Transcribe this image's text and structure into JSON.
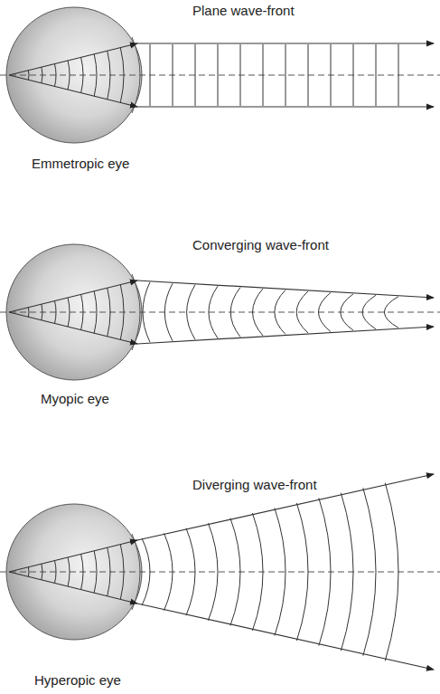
{
  "diagram": {
    "labels": [
      "Plane wave-front",
      "Emmetropic eye",
      "Converging wave-front",
      "Myopic eye",
      "Diverging wave-front",
      "Hyperopic eye"
    ]
  }
}
